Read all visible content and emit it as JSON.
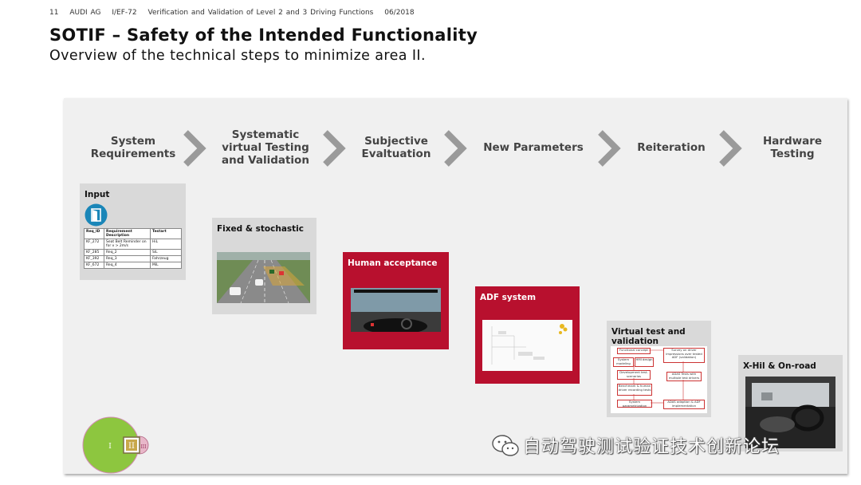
{
  "header": {
    "page_number": "11",
    "company": "AUDI AG",
    "department": "I/EF-72",
    "doc_title": "Verification and Validation of Level 2 and 3 Driving Functions",
    "date": "06/2018"
  },
  "slide": {
    "title": "SOTIF – Safety of the Intended Functionality",
    "subtitle": "Overview of the technical steps to minimize area II."
  },
  "steps": [
    "System\nRequirements",
    "Systematic\nvirtual Testing\nand Validation",
    "Subjective\nEvaltuation",
    "New Parameters",
    "Reiteration",
    "Hardware\nTesting"
  ],
  "cards": {
    "input": {
      "title": "Input",
      "table_headers": [
        "Req_ID",
        "Requirement Description",
        "Testart"
      ],
      "table_rows": [
        [
          "KF_272",
          "Seat Belt Reminder on for v > 2m/s",
          "HiL"
        ],
        [
          "KF_285",
          "Req_2",
          "SiL"
        ],
        [
          "KF_392",
          "Req_3",
          "Fahrzeug"
        ],
        [
          "KF_672",
          "Req_4",
          "MiL"
        ]
      ]
    },
    "fixed": {
      "title": "Fixed & stochastic"
    },
    "human": {
      "title": "Human acceptance"
    },
    "adf": {
      "title": "ADF system"
    },
    "virtual": {
      "title": "Virtual test and\nvalidation",
      "flow": {
        "functional": "Functional concept",
        "system_modeling": "System modeling",
        "hmi_design": "HMI design",
        "dev_scenarios": "Development test-scenarios",
        "benchmark": "Benchmark & human driver recording tests",
        "system_param": "System parametrization",
        "survey": "Survey on driver impressions over tested ADF (validation)",
        "adas_tests": "ADAS Tests with multiple test drivers",
        "adaptation": "ADAS adaption & ADF implementation"
      }
    },
    "xhil": {
      "title": "X-Hil & On-road"
    }
  },
  "venn": {
    "label_1": "I",
    "label_2": "II",
    "label_3": "III"
  },
  "watermark": "自动驾驶测试验证技术创新论坛",
  "colors": {
    "accent_red": "#b8102e",
    "card_gray": "#d9d9d9",
    "stage_bg": "#f0f0f0",
    "chevron": "#9a9a9a",
    "venn_green": "#8dc63f"
  }
}
